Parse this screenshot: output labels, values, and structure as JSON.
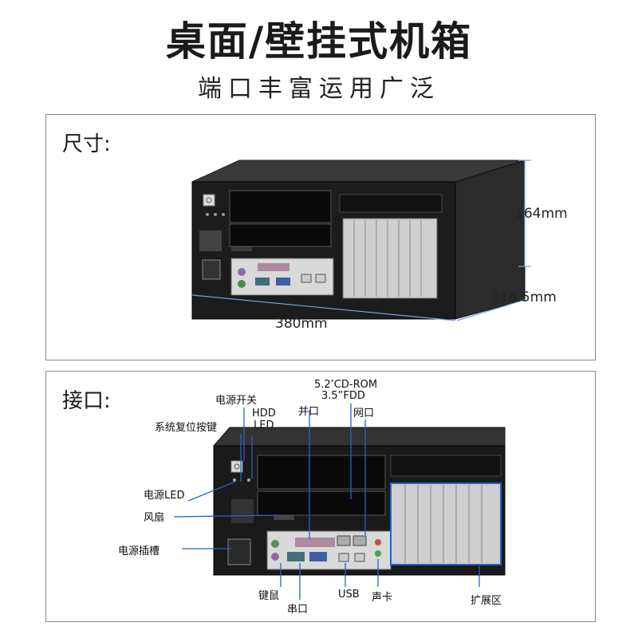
{
  "header": {
    "title": "桌面/壁挂式机箱",
    "subtitle": "端口丰富运用广泛"
  },
  "dimensions_panel": {
    "label": "尺寸:",
    "height": "164mm",
    "depth": "316.5mm",
    "width": "380mm"
  },
  "ports_panel": {
    "label": "接口:",
    "power_switch": "电源开关",
    "reset_button": "系统复位按键",
    "hdd_led_line1": "HDD",
    "hdd_led_line2": "LED",
    "parallel_port": "并口",
    "drive_bay_line1": "5.2’CD-ROM",
    "drive_bay_line2": "3.5”FDD",
    "network_port": "网口",
    "power_led": "电源LED",
    "fan": "风扇",
    "power_socket": "电源插槽",
    "ps2_port": "键鼠",
    "serial_port": "串口",
    "usb": "USB",
    "sound_card": "声卡",
    "expansion_area": "扩展区"
  },
  "colors": {
    "accent_line": "#2a5fc9",
    "dimension_line": "#7aa0e0",
    "chassis": "#1c1c1c"
  }
}
